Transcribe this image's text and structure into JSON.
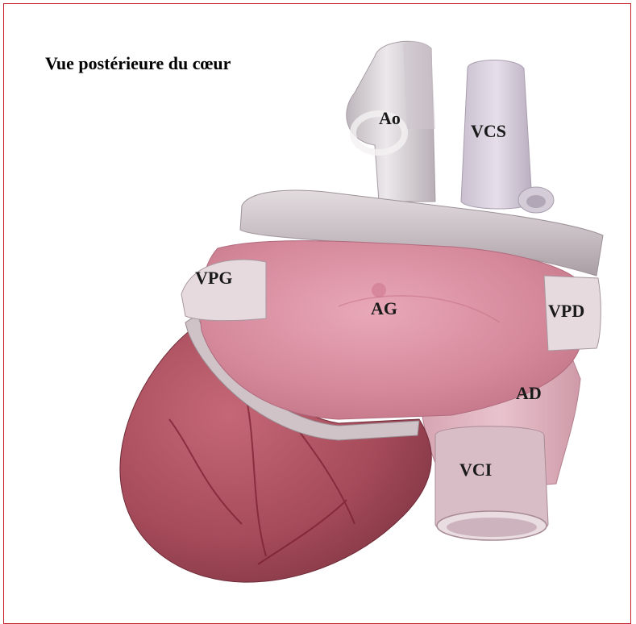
{
  "title": "Vue postérieure du cœur",
  "labels": {
    "ao": "Ao",
    "vcs": "VCS",
    "vpg": "VPG",
    "ag": "AG",
    "vpd": "VPD",
    "ad": "AD",
    "vci": "VCI"
  },
  "colors": {
    "frame_border": "#c8232c",
    "vessel": "#d9d3d8",
    "atrium": "#d7899c",
    "ventricle": "#a94f5c"
  }
}
